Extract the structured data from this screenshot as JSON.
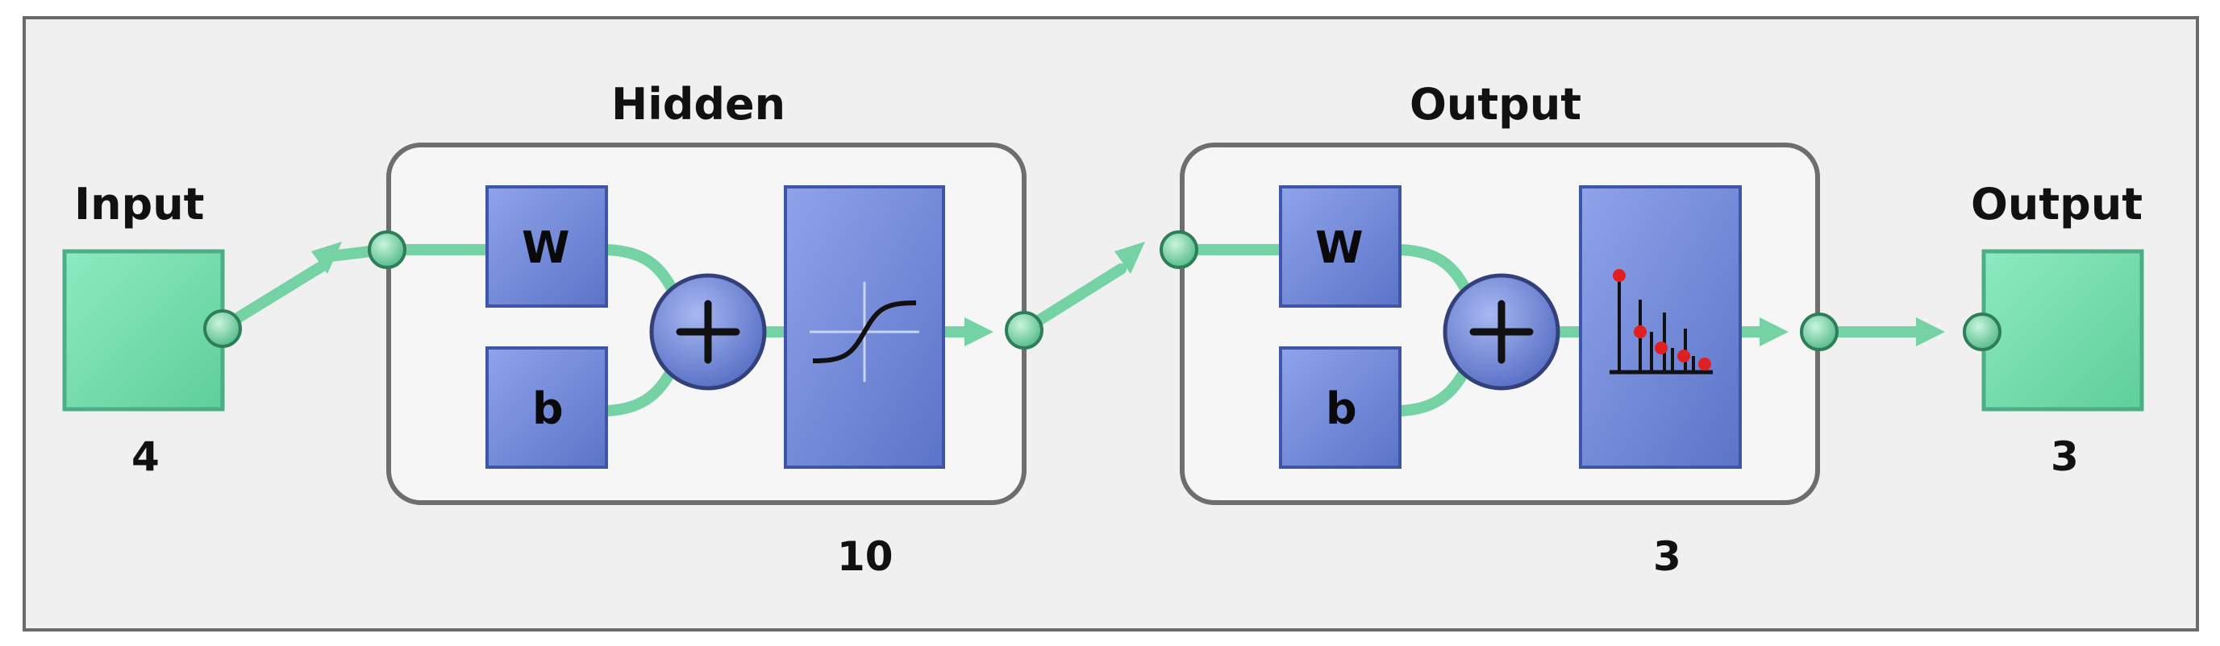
{
  "input": {
    "label": "Input",
    "size": "4"
  },
  "hidden": {
    "title": "Hidden",
    "weight_label": "W",
    "bias_label": "b",
    "size": "10"
  },
  "output_layer": {
    "title": "Output",
    "weight_label": "W",
    "bias_label": "b",
    "size": "3"
  },
  "output": {
    "label": "Output",
    "size": "3"
  },
  "colors": {
    "background": "#f0f0f0",
    "io_node_fill": "#78e0b0",
    "block_fill": "#6e86d8",
    "connector": "#70d0a0",
    "layer_box_stroke": "#707070",
    "softmax_stems": "#e02020"
  },
  "icons": {
    "sum": "plus-circle-icon",
    "hidden_transfer": "tansig-sigmoid-icon",
    "output_transfer": "softmax-stem-plot-icon"
  }
}
